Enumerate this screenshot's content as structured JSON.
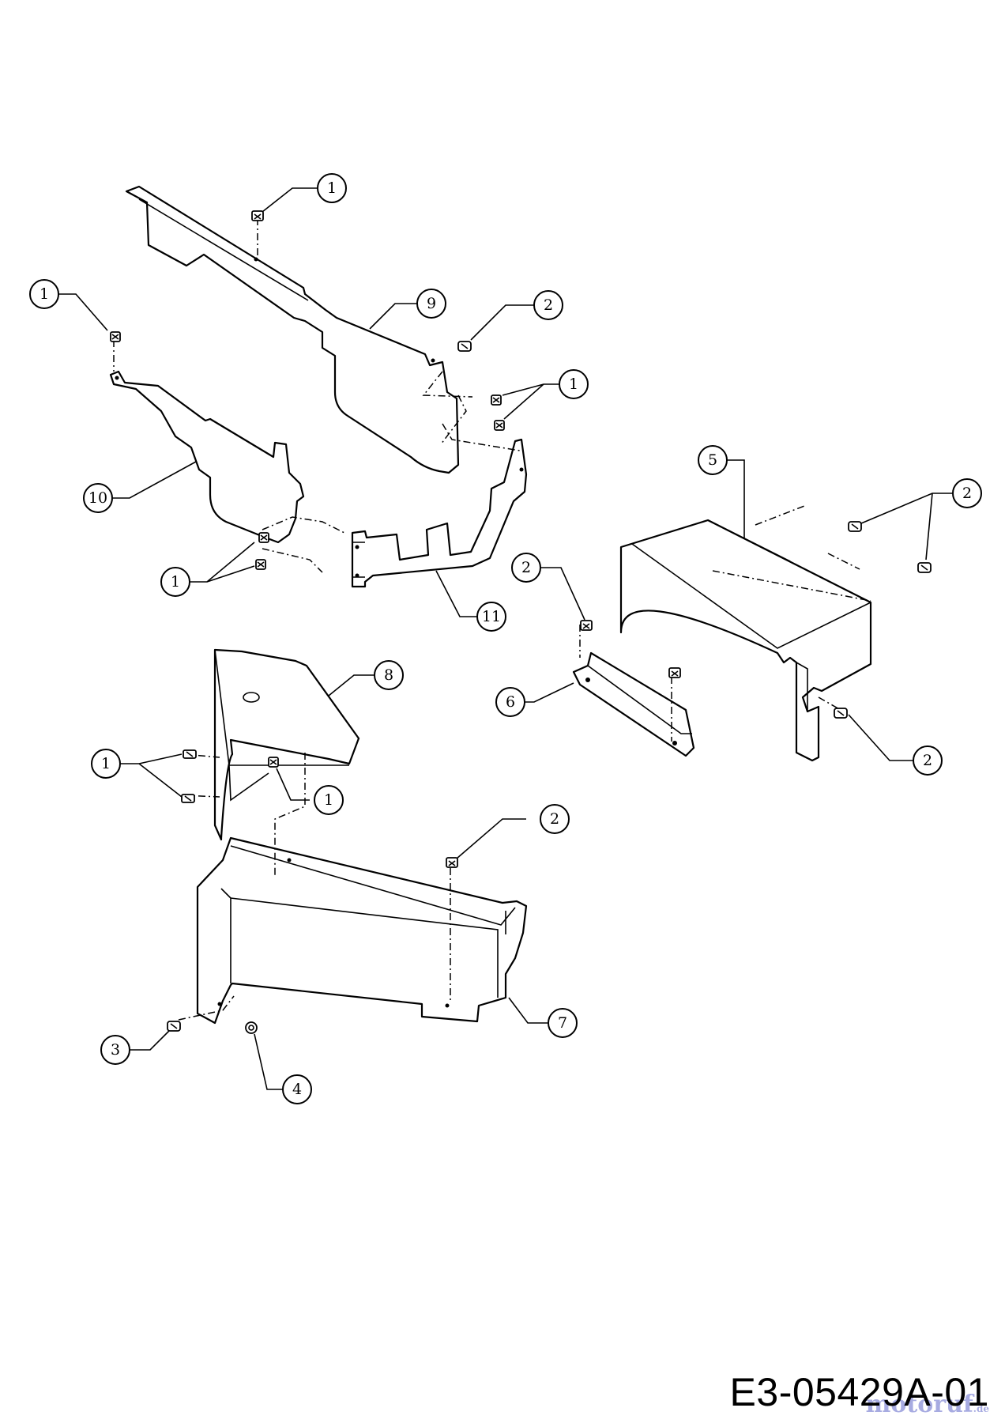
{
  "drawing_number": "E3-05429A-01",
  "watermark": {
    "name": "motoruf",
    "suffix": ".de"
  },
  "callouts": [
    {
      "id": "c1a",
      "label": "1"
    },
    {
      "id": "c1b",
      "label": "1"
    },
    {
      "id": "c1c",
      "label": "1"
    },
    {
      "id": "c1d",
      "label": "1"
    },
    {
      "id": "c1e",
      "label": "1"
    },
    {
      "id": "c1f",
      "label": "1"
    },
    {
      "id": "c2a",
      "label": "2"
    },
    {
      "id": "c2b",
      "label": "2"
    },
    {
      "id": "c2c",
      "label": "2"
    },
    {
      "id": "c2d",
      "label": "2"
    },
    {
      "id": "c2e",
      "label": "2"
    },
    {
      "id": "c3",
      "label": "3"
    },
    {
      "id": "c4",
      "label": "4"
    },
    {
      "id": "c5",
      "label": "5"
    },
    {
      "id": "c6",
      "label": "6"
    },
    {
      "id": "c7",
      "label": "7"
    },
    {
      "id": "c8",
      "label": "8"
    },
    {
      "id": "c9",
      "label": "9"
    },
    {
      "id": "c10",
      "label": "10"
    },
    {
      "id": "c11",
      "label": "11"
    }
  ],
  "parts": [
    "part-5",
    "part-6",
    "part-7",
    "part-8",
    "part-9",
    "part-10",
    "part-11"
  ]
}
